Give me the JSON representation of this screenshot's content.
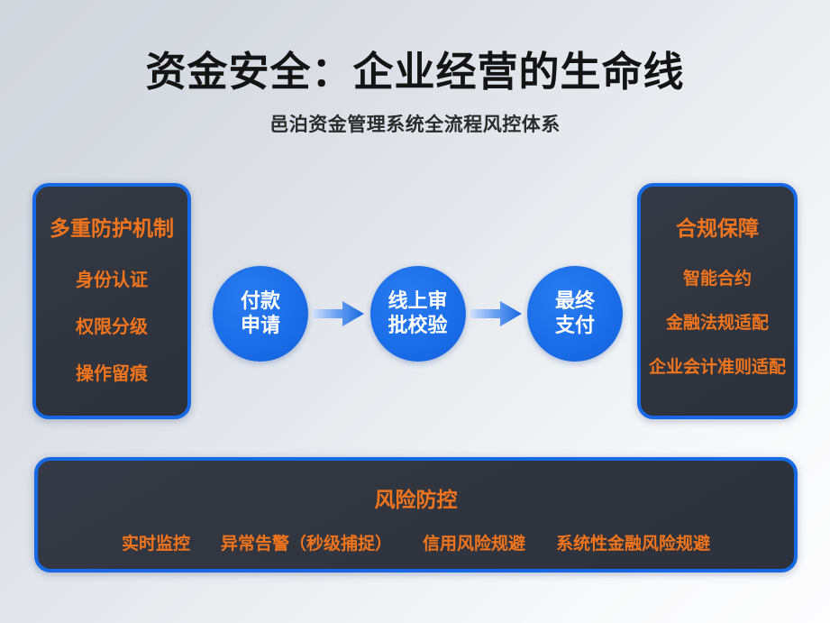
{
  "slide": {
    "title": "资金安全：企业经营的生命线",
    "subtitle": "邑泊资金管理系统全流程风控体系",
    "colors": {
      "accent_blue": "#1668e3",
      "node_blue": "#1a6ee8",
      "accent_orange": "#f2741b",
      "panel_dark": "#31353f",
      "title_text": "#141414",
      "background_start": "#d2d6dd",
      "background_end": "#fdfdfe"
    }
  },
  "left_panel": {
    "title": "多重防护机制",
    "items": [
      {
        "label": "身份认证"
      },
      {
        "label": "权限分级"
      },
      {
        "label": "操作留痕"
      }
    ]
  },
  "right_panel": {
    "title": "合规保障",
    "items": [
      {
        "label": "智能合约"
      },
      {
        "label": "金融法规适配"
      },
      {
        "label": "企业会计准则适配"
      }
    ]
  },
  "flow": {
    "nodes": [
      {
        "line1": "付款",
        "line2": "申请"
      },
      {
        "line1": "线上审",
        "line2": "批校验"
      },
      {
        "line1": "最终",
        "line2": "支付"
      }
    ],
    "arrow_icon": "arrow-right-icon"
  },
  "bottom_panel": {
    "title": "风险防控",
    "items": [
      {
        "label": "实时监控"
      },
      {
        "label": "异常告警（秒级捕捉）"
      },
      {
        "label": "信用风险规避"
      },
      {
        "label": "系统性金融风险规避"
      }
    ]
  }
}
